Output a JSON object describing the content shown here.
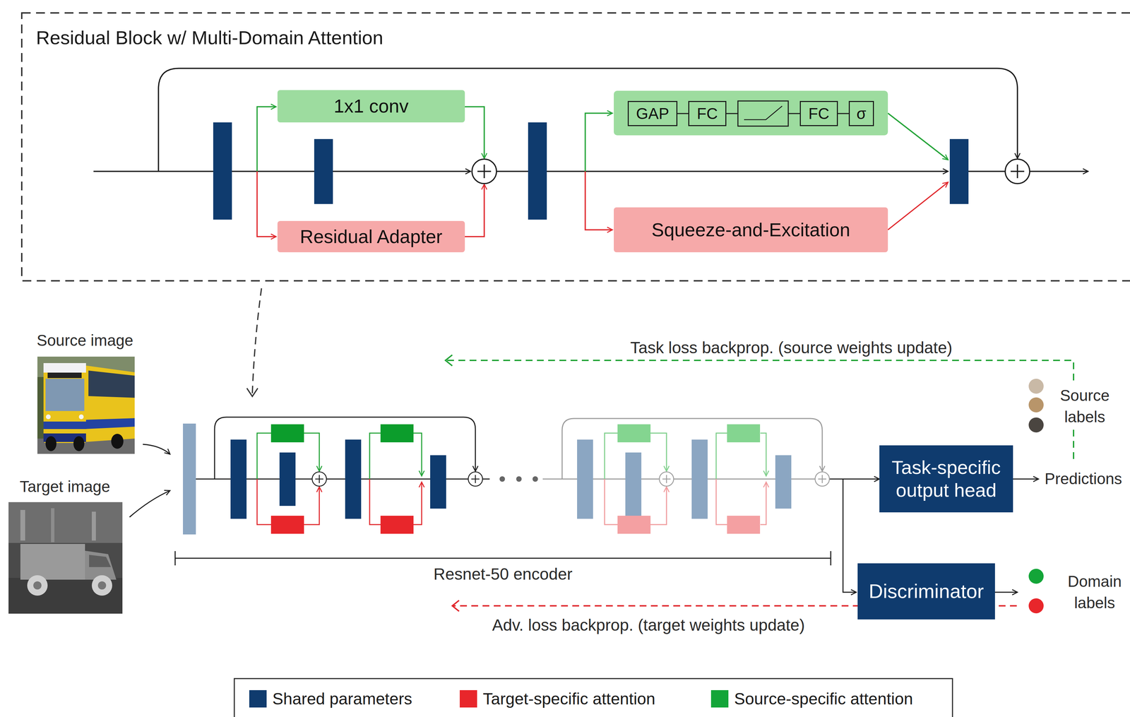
{
  "diagram": {
    "nodes": [
      {
        "text": [
          "Residual Block w/ Multi-Domain Attention"
        ]
      },
      {
        "text": [
          "1x1 conv"
        ],
        "in": 0
      },
      {
        "text": [
          "GAP"
        ],
        "in": 0
      },
      {
        "text": [
          "FC"
        ],
        "in": 0
      },
      {
        "text": [
          "FC"
        ],
        "in": 0
      },
      {
        "text": [
          "σ"
        ],
        "in": 0
      },
      {
        "text": [
          "Residual Adapter"
        ],
        "in": 0
      },
      {
        "text": [
          "Squeeze-and-Excitation"
        ],
        "in": 0
      },
      {
        "text": [
          "Task-specific output head"
        ]
      },
      {
        "text": [
          "Discriminator"
        ]
      }
    ],
    "edges": [
      {
        "from": 2,
        "to": 3,
        "arrow": "none"
      },
      {
        "from": 4,
        "to": 5,
        "arrow": "none"
      }
    ],
    "labels": [
      "Source image",
      "Target image",
      "Task loss backprop. (source weights update)",
      "Source labels",
      "Predictions",
      "Resnet-50 encoder",
      "Domain labels",
      "Adv. loss backprop. (target weights update)"
    ],
    "legend": [
      {
        "text": "Shared parameters",
        "color": "#0f3b6e"
      },
      {
        "text": "Target-specific attention",
        "color": "#e8262b"
      },
      {
        "text": "Source-specific attention",
        "color": "#13a538"
      }
    ]
  }
}
